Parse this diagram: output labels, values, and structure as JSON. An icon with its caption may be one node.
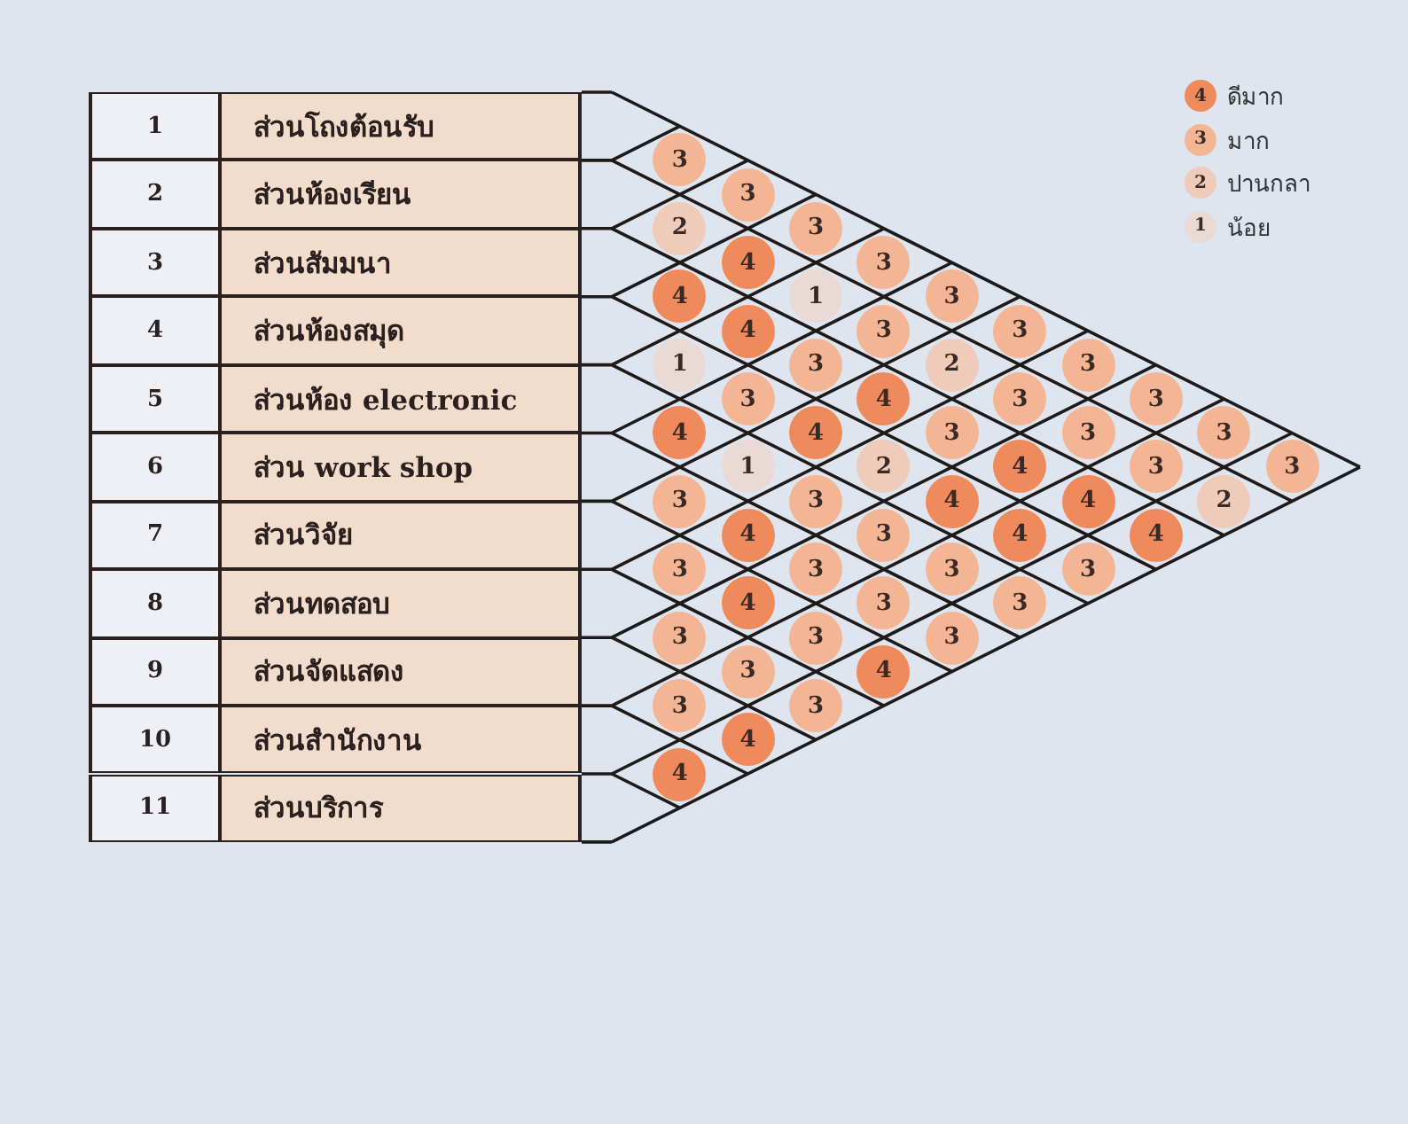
{
  "diagram": {
    "nodes": [
      {
        "text": [
          "1",
          "ส่วนโถงต้อนรับ"
        ]
      },
      {
        "text": [
          "2",
          "ส่วนห้องเรียน"
        ]
      },
      {
        "text": [
          "3",
          "ส่วนสัมมนา"
        ]
      },
      {
        "text": [
          "4",
          "ส่วนห้องสมุด"
        ]
      },
      {
        "text": [
          "5",
          "ส่วนห้อง electronic"
        ]
      },
      {
        "text": [
          "6",
          "ส่วน work shop"
        ]
      },
      {
        "text": [
          "7",
          "ส่วนวิจัย"
        ]
      },
      {
        "text": [
          "8",
          "ส่วนทดสอบ"
        ]
      },
      {
        "text": [
          "9",
          "ส่วนจัดแสดง"
        ]
      },
      {
        "text": [
          "10",
          "ส่วนสำนักงาน"
        ]
      },
      {
        "text": [
          "11",
          "ส่วนบริการ"
        ]
      },
      {
        "text": [
          "3"
        ]
      },
      {
        "text": [
          "3"
        ]
      },
      {
        "text": [
          "2"
        ]
      },
      {
        "text": [
          "3"
        ]
      },
      {
        "text": [
          "4"
        ]
      },
      {
        "text": [
          "3"
        ]
      },
      {
        "text": [
          "4"
        ]
      },
      {
        "text": [
          "1"
        ]
      },
      {
        "text": [
          "3"
        ]
      },
      {
        "text": [
          "4"
        ]
      },
      {
        "text": [
          "3"
        ]
      },
      {
        "text": [
          "3"
        ]
      },
      {
        "text": [
          "1"
        ]
      },
      {
        "text": [
          "3"
        ]
      },
      {
        "text": [
          "2"
        ]
      },
      {
        "text": [
          "3"
        ]
      },
      {
        "text": [
          "3"
        ]
      },
      {
        "text": [
          "4"
        ]
      },
      {
        "text": [
          "3"
        ]
      },
      {
        "text": [
          "3"
        ]
      },
      {
        "text": [
          "4"
        ]
      },
      {
        "text": [
          "4"
        ]
      },
      {
        "text": [
          "3"
        ]
      },
      {
        "text": [
          "3"
        ]
      },
      {
        "text": [
          "3"
        ]
      },
      {
        "text": [
          "1"
        ]
      },
      {
        "text": [
          "2"
        ]
      },
      {
        "text": [
          "4"
        ]
      },
      {
        "text": [
          "3"
        ]
      },
      {
        "text": [
          "3"
        ]
      },
      {
        "text": [
          "3"
        ]
      },
      {
        "text": [
          "3"
        ]
      },
      {
        "text": [
          "4"
        ]
      },
      {
        "text": [
          "4"
        ]
      },
      {
        "text": [
          "2"
        ]
      },
      {
        "text": [
          "4"
        ]
      },
      {
        "text": [
          "3"
        ]
      },
      {
        "text": [
          "4"
        ]
      },
      {
        "text": [
          "4"
        ]
      },
      {
        "text": [
          "3"
        ]
      },
      {
        "text": [
          "3"
        ]
      },
      {
        "text": [
          "3"
        ]
      },
      {
        "text": [
          "3"
        ]
      },
      {
        "text": [
          "4"
        ]
      },
      {
        "text": [
          "3"
        ]
      },
      {
        "text": [
          "3"
        ]
      },
      {
        "text": [
          "3"
        ]
      },
      {
        "text": [
          "3"
        ]
      },
      {
        "text": [
          "3"
        ]
      },
      {
        "text": [
          "3"
        ]
      },
      {
        "text": [
          "4"
        ]
      },
      {
        "text": [
          "3"
        ]
      },
      {
        "text": [
          "3"
        ]
      },
      {
        "text": [
          "4"
        ]
      },
      {
        "text": [
          "4"
        ]
      }
    ],
    "labels": [
      "4",
      "3",
      "2",
      "1"
    ],
    "legend": [
      {
        "text": "ดีมาก",
        "color": "#ee8a5c"
      },
      {
        "text": "มาก",
        "color": "#f4b594"
      },
      {
        "text": "ปานกลา",
        "color": "#efcbb9"
      },
      {
        "text": "น้อย",
        "color": "#e9dad5"
      }
    ]
  }
}
